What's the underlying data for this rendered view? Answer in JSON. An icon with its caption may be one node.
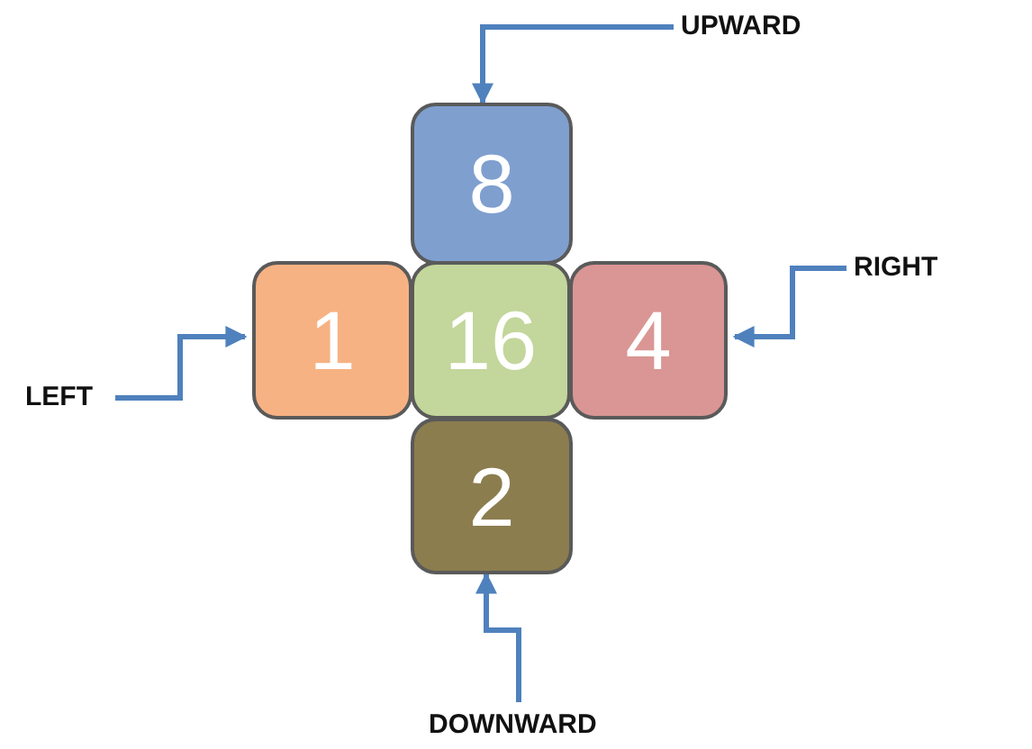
{
  "diagram": {
    "nodes": [
      {
        "text": [
          "UPWARD"
        ]
      },
      {
        "text": [
          "8"
        ]
      },
      {
        "text": [
          "RIGHT"
        ]
      },
      {
        "text": [
          "1"
        ]
      },
      {
        "text": [
          "16"
        ]
      },
      {
        "text": [
          "4"
        ]
      },
      {
        "text": [
          "LEFT"
        ]
      },
      {
        "text": [
          "2"
        ]
      },
      {
        "text": [
          "DOWNWARD"
        ]
      }
    ],
    "edges": [
      {
        "from": 0,
        "to": 1,
        "arrow": "to"
      },
      {
        "from": 2,
        "to": 5,
        "arrow": "to"
      },
      {
        "from": 6,
        "to": 3,
        "arrow": "to"
      },
      {
        "from": 8,
        "to": 7,
        "arrow": "to"
      }
    ]
  }
}
